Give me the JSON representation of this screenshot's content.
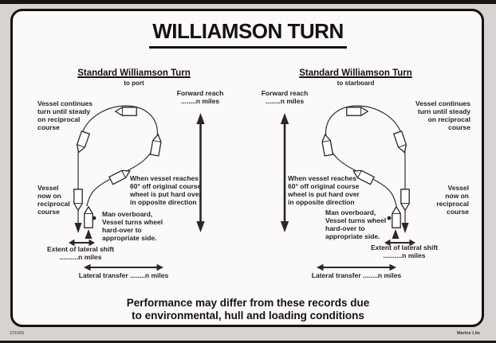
{
  "sign": {
    "title": "WILLIAMSON TURN",
    "footer": "Performance may differ from these records due\nto environmental, hull and loading conditions",
    "product_code": "221565",
    "brand": "Marine Lite"
  },
  "port": {
    "heading": "Standard Williamson Turn",
    "direction": "to port",
    "labels": {
      "continue_turn": "Vessel continues\nturn until steady\non reciprocal\ncourse",
      "forward_reach": "Forward reach\n........n miles",
      "hard_over": "When vessel reaches\n60° off original course\nwheel is put hard over\nin opposite direction",
      "reciprocal": "Vessel\nnow on\nreciprocal\ncourse",
      "man_overboard": "Man overboard,\nVessel turns wheel\nhard-over to\nappropriate side.",
      "lateral_shift": "Extent of lateral shift\n..........n miles",
      "lateral_transfer": "Lateral transfer ........n miles"
    }
  },
  "starboard": {
    "heading": "Standard Williamson Turn",
    "direction": "to starboard",
    "labels": {
      "continue_turn": "Vessel continues\nturn until steady\non reciprocal\ncourse",
      "forward_reach": "Forward reach\n........n miles",
      "hard_over": "When vessel reaches\n60° off original course\nwheel is put hard over\nin opposite direction",
      "reciprocal": "Vessel\nnow on\nreciprocal\ncourse",
      "man_overboard": "Man overboard,\nVessel turns wheel\nhard-over to\nappropriate side.",
      "lateral_shift": "Extent of lateral shift\n..........n miles",
      "lateral_transfer": "Lateral transfer ........n miles"
    }
  }
}
